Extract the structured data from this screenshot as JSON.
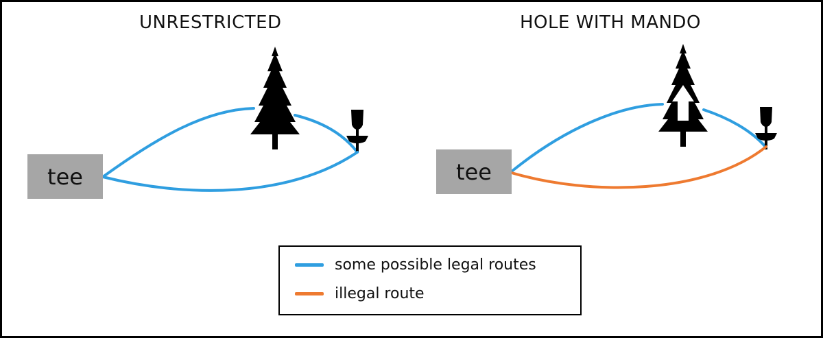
{
  "panels": [
    {
      "title": "UNRESTRICTED",
      "tee_label": "tee"
    },
    {
      "title": "HOLE WITH MANDO",
      "tee_label": "tee"
    }
  ],
  "legend": {
    "items": [
      {
        "label": "some possible legal routes",
        "color": "#2f9ee0"
      },
      {
        "label": "illegal route",
        "color": "#ee7a30"
      }
    ]
  },
  "colors": {
    "legal": "#2f9ee0",
    "illegal": "#ee7a30",
    "tee_box": "#a6a6a6",
    "tree": "#000000",
    "mando_arrow": "#ffffff"
  },
  "icons": [
    "pine-tree-icon",
    "disc-golf-basket-icon",
    "mando-arrow-icon"
  ]
}
